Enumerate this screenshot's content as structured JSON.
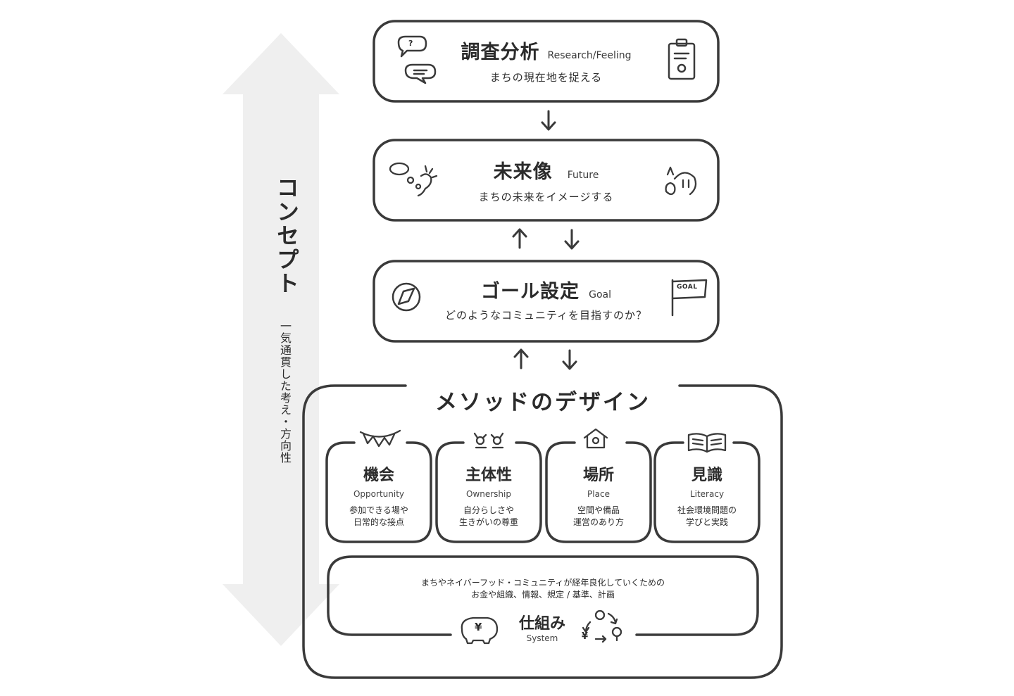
{
  "concept": {
    "title": "コンセプト",
    "subtitle": "一気通貫した考え・方向性"
  },
  "steps": [
    {
      "title_ja": "調査分析",
      "title_en": "Research/Feeling",
      "description": "まちの現在地を捉える"
    },
    {
      "title_ja": "未来像",
      "title_en": "Future",
      "description": "まちの未来をイメージする"
    },
    {
      "title_ja": "ゴール設定",
      "title_en": "Goal",
      "description": "どのようなコミュニティを目指すのか？"
    }
  ],
  "goal_flag_text": "GOAL",
  "method": {
    "title": "メソッドのデザイン",
    "cards": [
      {
        "title_ja": "機会",
        "title_en": "Opportunity",
        "desc_line1": "参加できる場や",
        "desc_line2": "日常的な接点"
      },
      {
        "title_ja": "主体性",
        "title_en": "Ownership",
        "desc_line1": "自分らしさや",
        "desc_line2": "生きがいの尊重"
      },
      {
        "title_ja": "場所",
        "title_en": "Place",
        "desc_line1": "空間や備品",
        "desc_line2": "運営のあり方"
      },
      {
        "title_ja": "見識",
        "title_en": "Literacy",
        "desc_line1": "社会環境問題の",
        "desc_line2": "学びと実践"
      }
    ],
    "system": {
      "desc_line1": "まちやネイバーフッド・コミュニティが経年良化していくための",
      "desc_line2": "お金や組織、情報、規定 / 基準、計画",
      "title_ja": "仕組み",
      "title_en": "System",
      "yen_symbol": "¥"
    }
  },
  "colors": {
    "stroke": "#3a3a3a",
    "text": "#2b2b2b",
    "arrow_bg": "#efefef"
  }
}
